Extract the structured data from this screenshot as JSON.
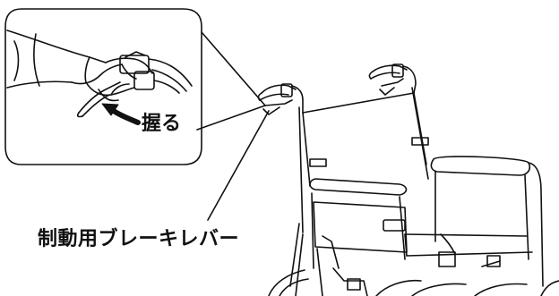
{
  "labels": {
    "grip_action": "握る",
    "brake_lever": "制動用ブレーキレバー"
  },
  "colors": {
    "line": "#111111",
    "background": "#ffffff"
  },
  "icons": {
    "arrow": "bold-curved-arrow",
    "callout": "rounded-callout-box"
  }
}
